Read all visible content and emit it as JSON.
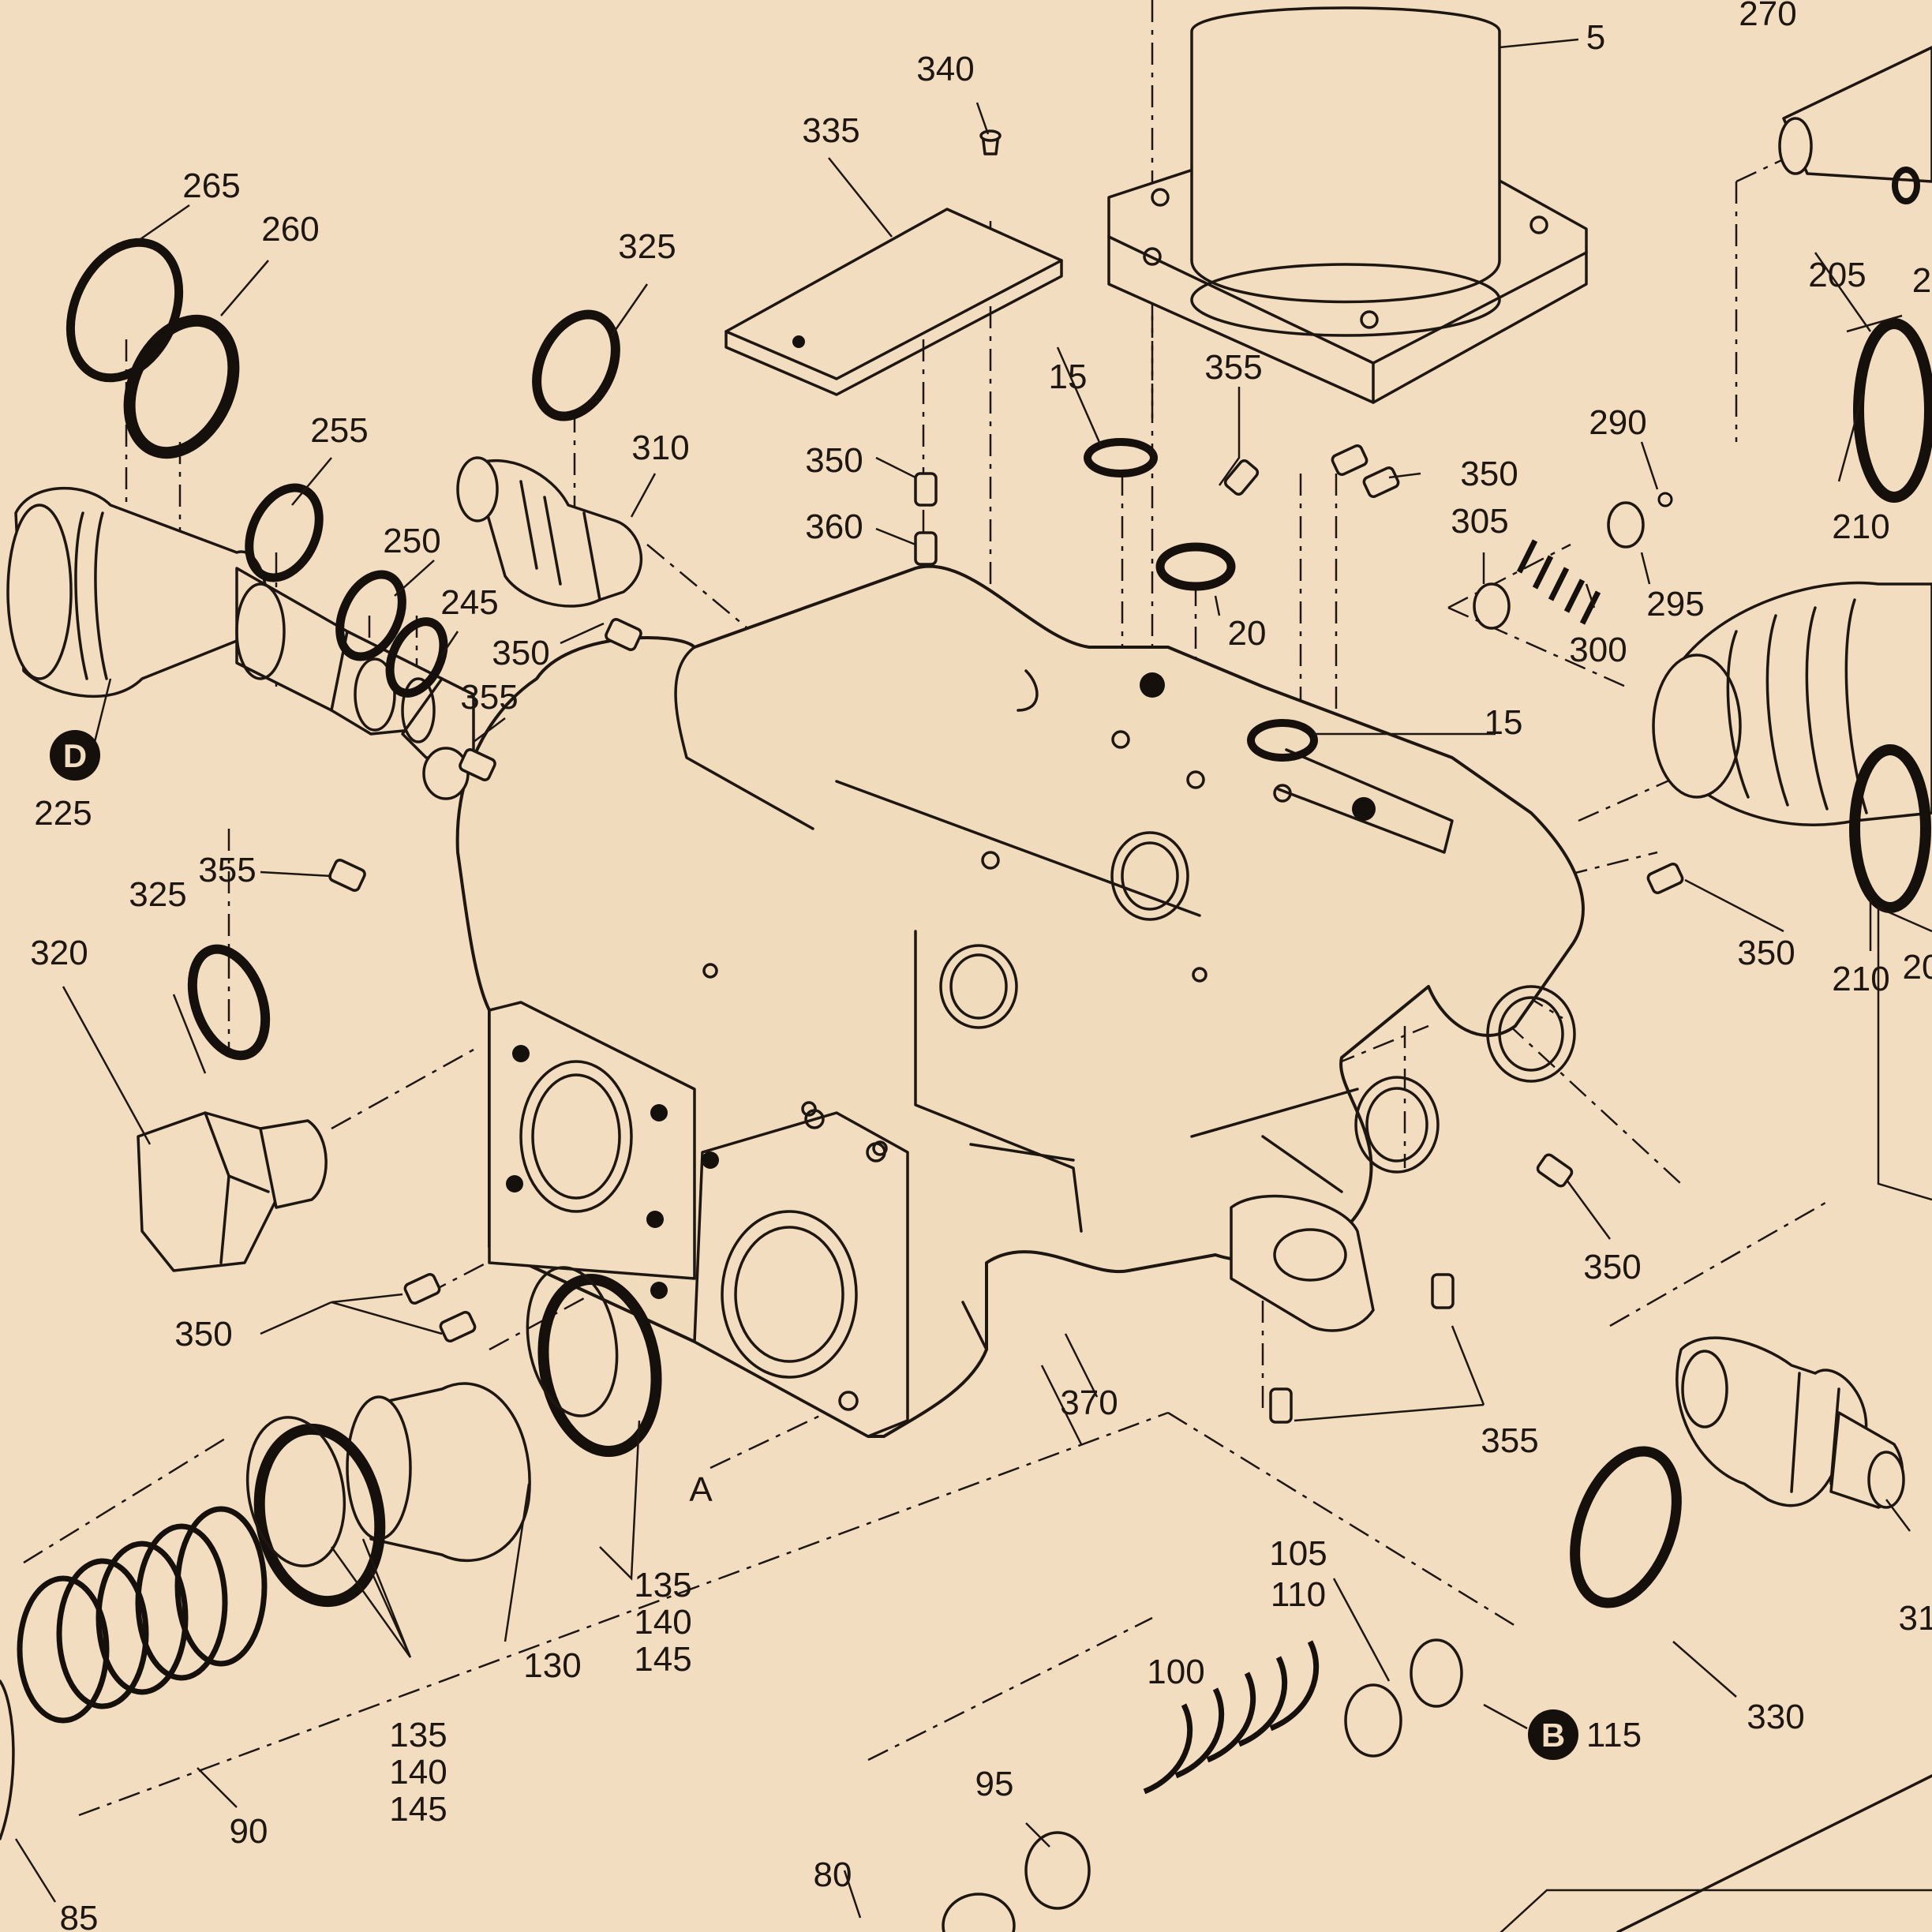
{
  "callouts": {
    "c5": "5",
    "c15a": "15",
    "c15b": "15",
    "c20": "20",
    "c80": "80",
    "c85": "85",
    "c90": "90",
    "c95": "95",
    "c100": "100",
    "c105_110": [
      "105",
      "110"
    ],
    "c115": "115",
    "c130": "130",
    "c135a": [
      "135",
      "140",
      "145"
    ],
    "c135b": [
      "135",
      "140",
      "145"
    ],
    "c205": "205",
    "c210a": "210",
    "c210b": "210",
    "c225": "225",
    "c245": "245",
    "c250": "250",
    "c255": "255",
    "c260": "260",
    "c265": "265",
    "c270": "270",
    "c290": "290",
    "c295": "295",
    "c300": "300",
    "c305": "305",
    "c310": "310",
    "c320": "320",
    "c325a": "325",
    "c325b": "325",
    "c330": "330",
    "c335": "335",
    "c340": "340",
    "c350a": "350",
    "c350b": "350",
    "c350c": "350",
    "c350d": "350",
    "c350e": "350",
    "c350f": "350",
    "c355a": "355",
    "c355b": "355",
    "c355c": "355",
    "c355d": "355",
    "c360": "360",
    "c370": "370",
    "cA": "A",
    "cut_2": "2",
    "cut_20x": "20",
    "cut_31": "31"
  },
  "badges": {
    "d": "D",
    "b": "B"
  },
  "colors": {
    "paper": "#f3ddc0",
    "ink": "#1d1611"
  }
}
